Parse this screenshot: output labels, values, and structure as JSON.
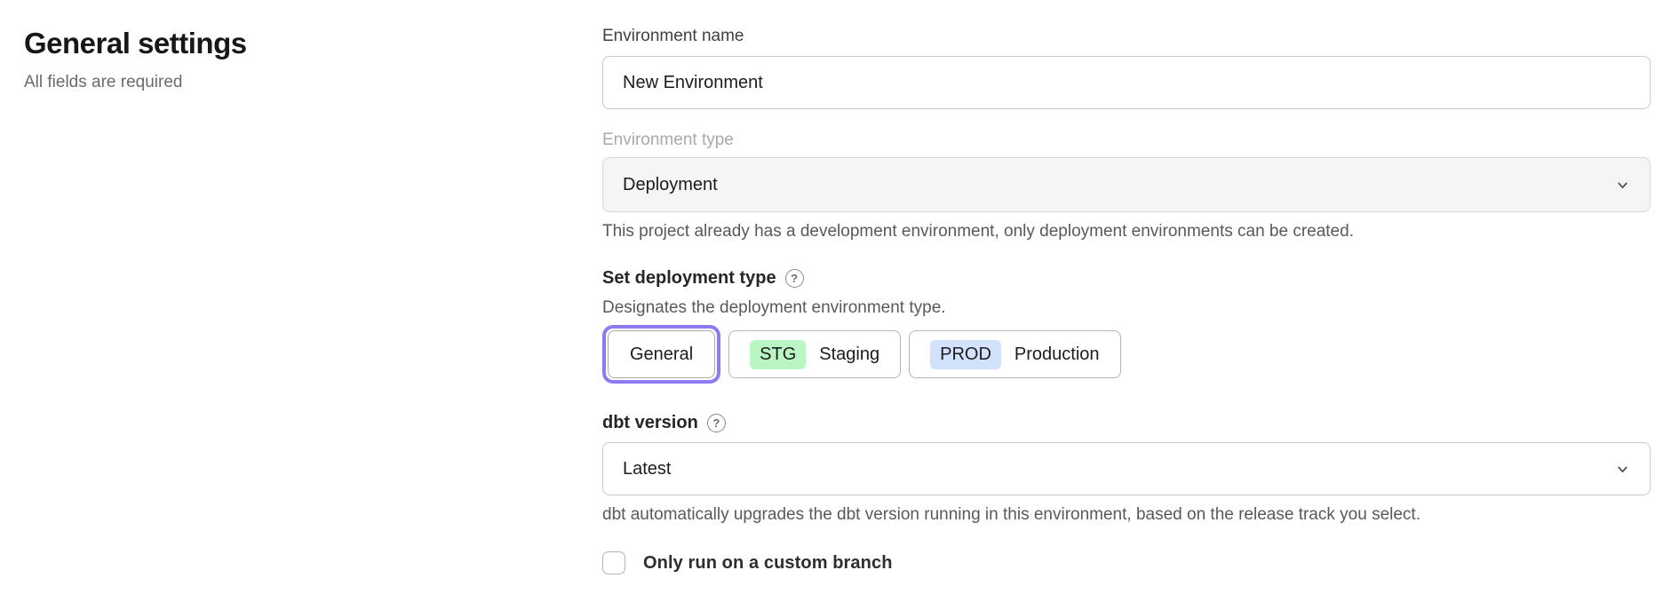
{
  "page": {
    "title": "General settings",
    "subtitle": "All fields are required"
  },
  "form": {
    "environment_name": {
      "label": "Environment name",
      "value": "New Environment"
    },
    "environment_type": {
      "label": "Environment type",
      "value": "Deployment",
      "disabled": true,
      "helper": "This project already has a development environment, only deployment environments can be created."
    },
    "deployment_type": {
      "label": "Set deployment type",
      "helper": "Designates the deployment environment type.",
      "options": [
        {
          "label": "General",
          "selected": true
        },
        {
          "label": "Staging",
          "badge": "STG",
          "badge_color": "#b9f6c4"
        },
        {
          "label": "Production",
          "badge": "PROD",
          "badge_color": "#d3e2fc"
        }
      ]
    },
    "dbt_version": {
      "label": "dbt version",
      "value": "Latest",
      "helper": "dbt automatically upgrades the dbt version running in this environment, based on the release track you select."
    },
    "custom_branch": {
      "label": "Only run on a custom branch",
      "checked": false
    }
  },
  "colors": {
    "selected_ring": "#8d7bf0",
    "badge_green": "#b9f6c4",
    "badge_blue": "#d3e2fc"
  },
  "icons": {
    "help_glyph": "?",
    "select_caret": "chevron-down"
  }
}
